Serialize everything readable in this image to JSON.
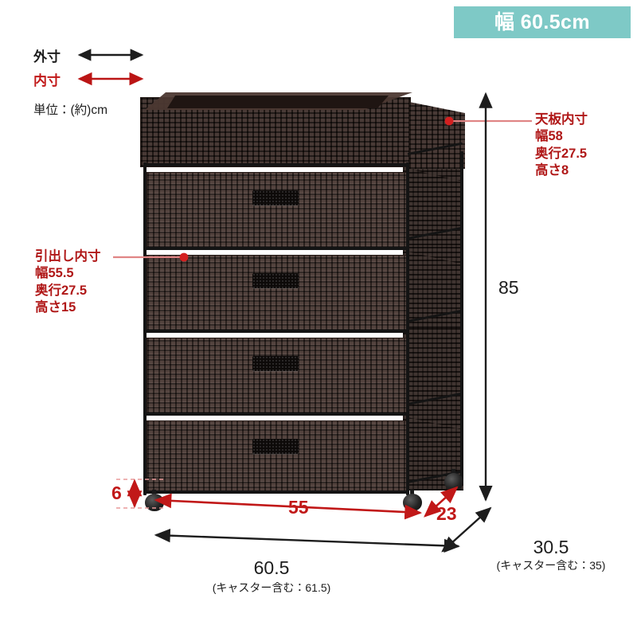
{
  "header": {
    "badge_label": "幅 60.5cm",
    "badge_color": "#7ec9c6",
    "badge_text_color": "#ffffff"
  },
  "legend": {
    "outer": {
      "label": "外寸",
      "arrow_color": "#1d1d1d",
      "arrow": "double-headed"
    },
    "inner": {
      "label": "内寸",
      "arrow_color": "#c11818",
      "arrow": "double-headed"
    },
    "unit_note": "単位：(約)cm"
  },
  "annotations": {
    "top_panel": {
      "title": "天板内寸",
      "lines": [
        "幅58",
        "奥行27.5",
        "高さ8"
      ],
      "color": "#b01818",
      "leader": "right"
    },
    "drawer": {
      "title": "引出し内寸",
      "lines": [
        "幅55.5",
        "奥行27.5",
        "高さ15"
      ],
      "color": "#b01818",
      "leader": "left"
    }
  },
  "dimensions": {
    "height": {
      "value": "85",
      "type": "outer",
      "color": "#1d1d1d",
      "orientation": "vertical"
    },
    "width": {
      "value": "60.5",
      "note": "(キャスター含む：61.5)",
      "type": "outer",
      "color": "#1d1d1d",
      "orientation": "horizontal"
    },
    "depth": {
      "value": "30.5",
      "note": "(キャスター含む：35)",
      "type": "outer",
      "color": "#1d1d1d",
      "orientation": "diagonal"
    },
    "caster_height": {
      "value": "6",
      "type": "inner",
      "color": "#c11818",
      "orientation": "vertical"
    },
    "caster_span_width": {
      "value": "55",
      "type": "inner",
      "color": "#c11818",
      "orientation": "horizontal"
    },
    "caster_span_depth": {
      "value": "23",
      "type": "inner",
      "color": "#c11818",
      "orientation": "diagonal"
    }
  },
  "product": {
    "description": "ラタン調 チェスト",
    "frame_color": "#141414",
    "basket_color": "#4a3630",
    "drawer_count": 4,
    "has_open_top_tray": true,
    "caster_count": 4
  }
}
